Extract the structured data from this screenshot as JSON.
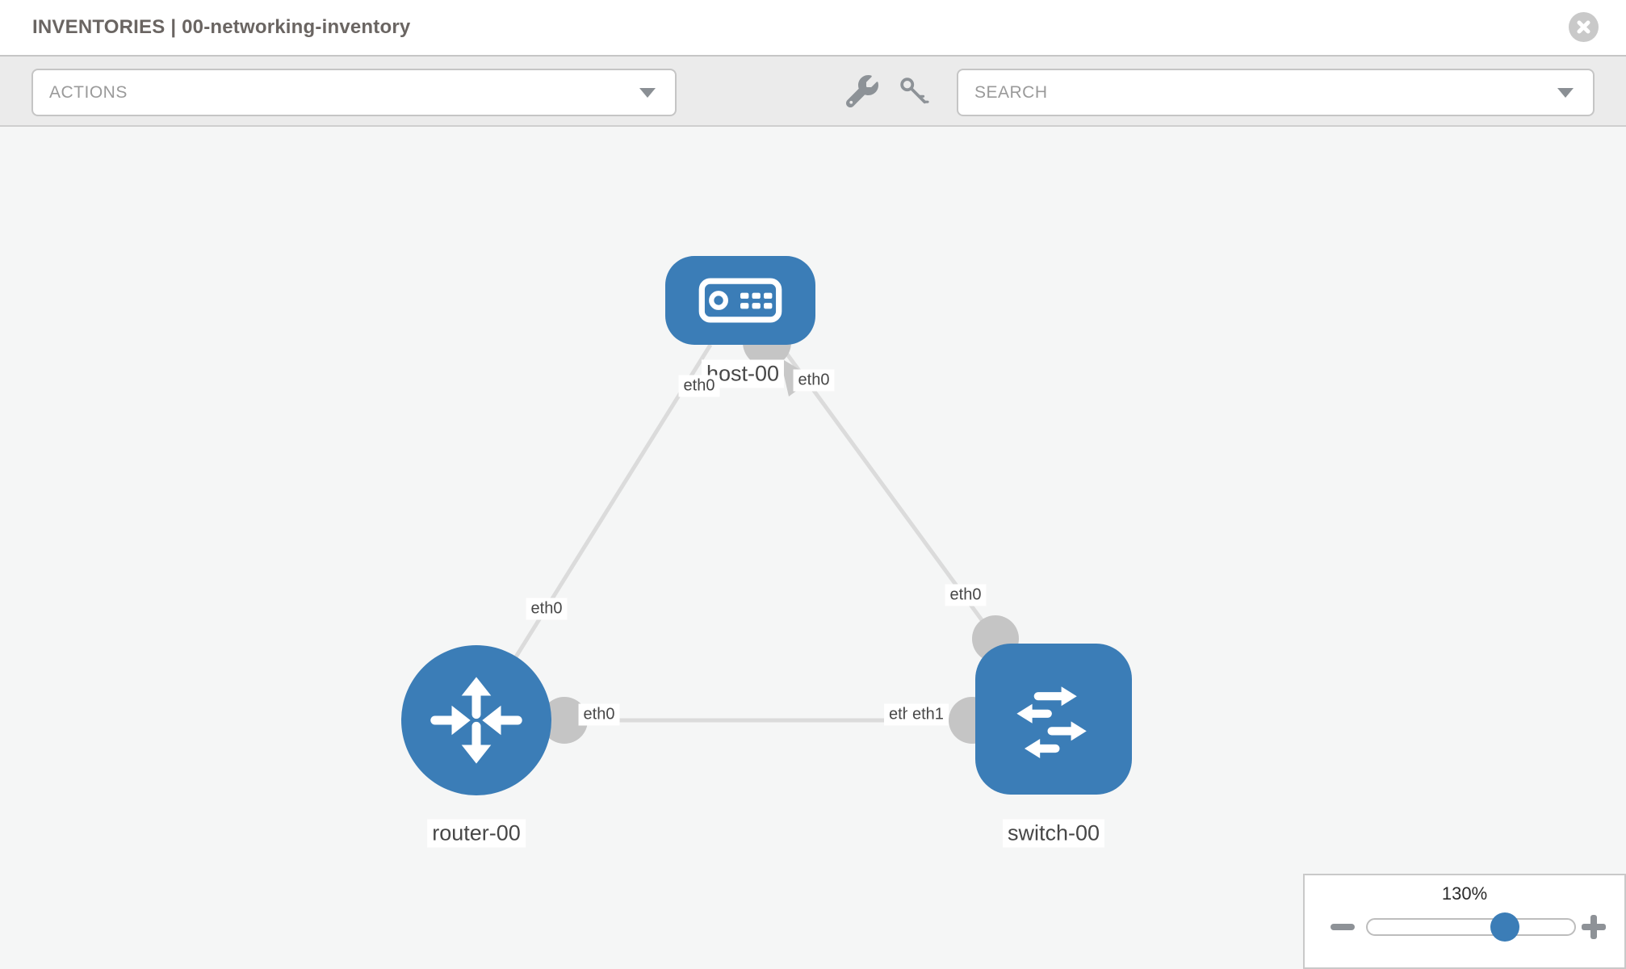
{
  "header": {
    "title": "INVENTORIES | 00-networking-inventory"
  },
  "toolbar": {
    "actions_label": "ACTIONS",
    "search_label": "SEARCH",
    "icons": [
      "wrench",
      "key"
    ]
  },
  "nodes": {
    "host": {
      "label": "host-00",
      "type": "host"
    },
    "router": {
      "label": "router-00",
      "type": "router"
    },
    "switch": {
      "label": "switch-00",
      "type": "switch"
    }
  },
  "links": [
    {
      "from": "router-00",
      "to": "host-00",
      "from_interface": "eth0",
      "to_interface": "eth0"
    },
    {
      "from": "switch-00",
      "to": "host-00",
      "from_interface": "eth0",
      "to_interface": "eth0"
    },
    {
      "from": "router-00",
      "to": "switch-00",
      "from_interface": "eth0",
      "to_interface": "eth1"
    }
  ],
  "interfaces": {
    "host_left": "eth0",
    "host_right": "eth0",
    "router_host_link_mid": "eth0",
    "switch_host_link_mid": "eth0",
    "rs_link_near_router": "eth0",
    "rs_link_near_switch_back": "eth1",
    "rs_link_near_switch_front": "eth1"
  },
  "zoom": {
    "value": "130%",
    "percent": 65
  },
  "icons": {
    "header_close": "circle-x",
    "node_host": "server",
    "node_router": "router-arrows",
    "node_switch": "switch-arrows",
    "zoom_out": "minus",
    "zoom_in": "plus"
  },
  "colors": {
    "node_blue": "#3b7db7",
    "link_gray": "#dbdbdb",
    "connector_gray": "#c5c5c5",
    "toolbar_gray": "#ebebeb",
    "canvas_gray": "#f5f6f6",
    "icon_gray": "#8d9297"
  }
}
